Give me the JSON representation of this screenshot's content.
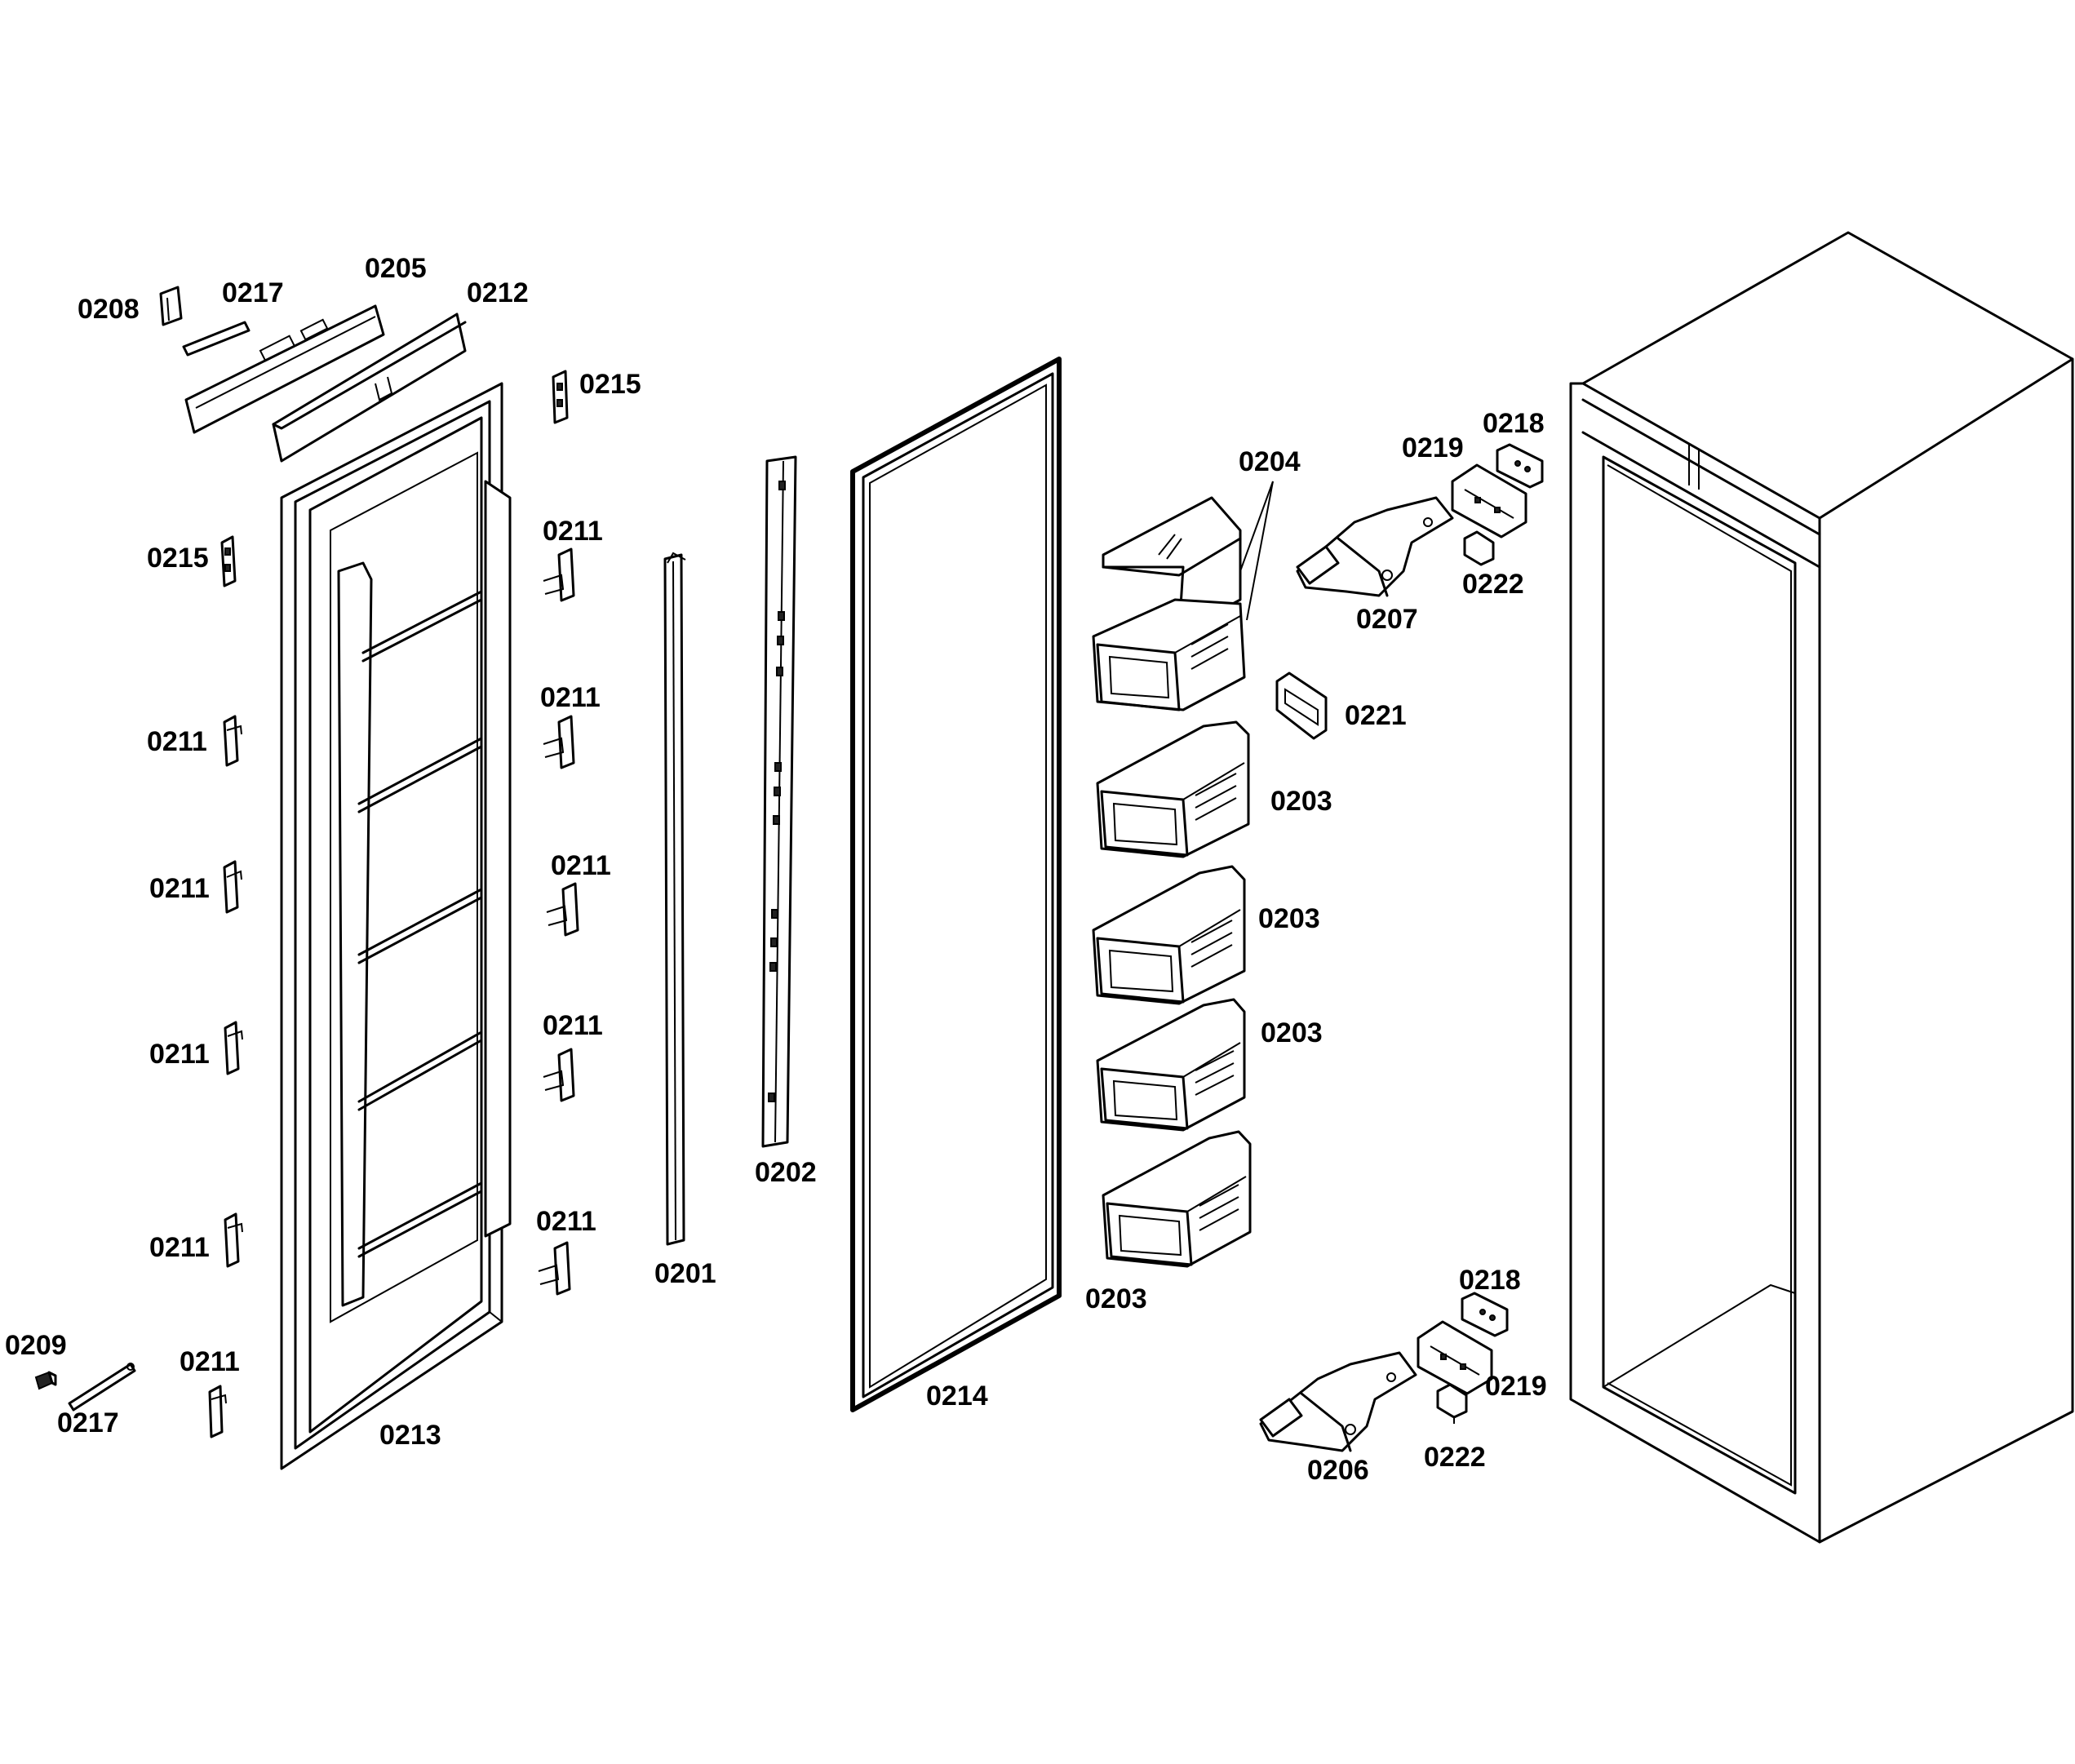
{
  "labels": {
    "l0208": "0208",
    "l0217a": "0217",
    "l0205": "0205",
    "l0212": "0212",
    "l0215a": "0215",
    "l0215b": "0215",
    "l0211_l1": "0211",
    "l0211_l2": "0211",
    "l0211_l3": "0211",
    "l0211_l4": "0211",
    "l0211_l5": "0211",
    "l0211_r1": "0211",
    "l0211_r2": "0211",
    "l0211_r3": "0211",
    "l0211_r4": "0211",
    "l0211_r5": "0211",
    "l0209": "0209",
    "l0217b": "0217",
    "l0213": "0213",
    "l0201": "0201",
    "l0202": "0202",
    "l0214": "0214",
    "l0204": "0204",
    "l0221": "0221",
    "l0203a": "0203",
    "l0203b": "0203",
    "l0203c": "0203",
    "l0203d": "0203",
    "l0219a": "0219",
    "l0218a": "0218",
    "l0222a": "0222",
    "l0207": "0207",
    "l0218b": "0218",
    "l0219b": "0219",
    "l0206": "0206",
    "l0222b": "0222"
  }
}
